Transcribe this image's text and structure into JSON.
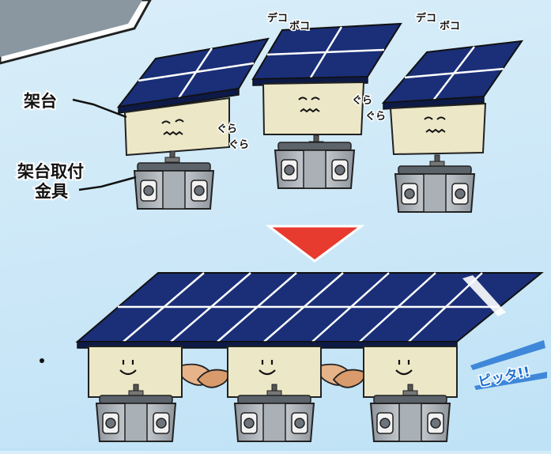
{
  "labels": {
    "frame": "架台",
    "mount_line1": "架台取付",
    "mount_line2": "金具"
  },
  "sfx": {
    "wobble_a": "ぐら",
    "wobble_b": "ぐら",
    "bumpy_a1": "デコ",
    "bumpy_a2": "ボコ",
    "bumpy_b1": "デコ",
    "bumpy_b2": "ボコ",
    "perfect_fit": "ピッタ!!"
  },
  "colors": {
    "panel": "#1a2f78",
    "panel_grid": "#ffffff",
    "frame_face": "#ece7c6",
    "bracket": "#b8bec4",
    "arrow": "#e63b2e",
    "accent_blue": "#1e6fd0"
  }
}
